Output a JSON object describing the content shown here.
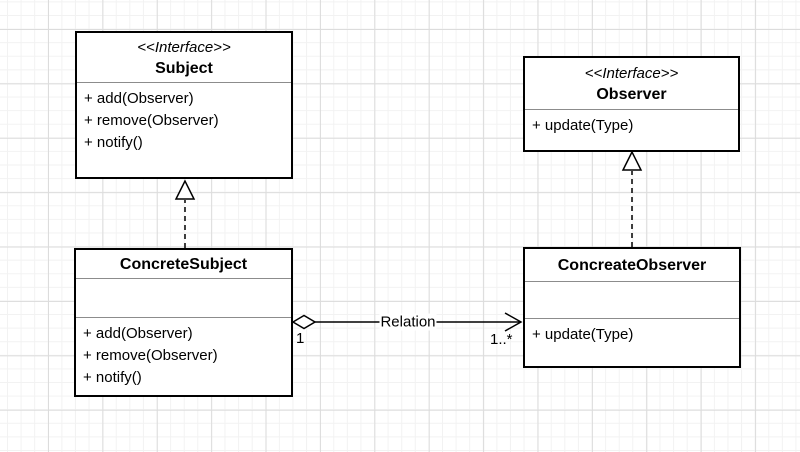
{
  "diagram": {
    "classes": [
      {
        "id": "subject",
        "stereotype": "<<Interface>>",
        "name": "Subject",
        "methods": [
          "+ add(Observer)",
          "+ remove(Observer)",
          "+ notify()"
        ]
      },
      {
        "id": "observer",
        "stereotype": "<<Interface>>",
        "name": "Observer",
        "methods": [
          "+ update(Type)"
        ]
      },
      {
        "id": "concrete-subject",
        "stereotype": "",
        "name": "ConcreteSubject",
        "methods": [
          "+ add(Observer)",
          "+ remove(Observer)",
          "+ notify()"
        ]
      },
      {
        "id": "concreate-observer",
        "stereotype": "",
        "name": "ConcreateObserver",
        "methods": [
          "+ update(Type)"
        ]
      }
    ],
    "relation": {
      "label": "Relation",
      "source_multiplicity": "1",
      "target_multiplicity": "1..*"
    },
    "colors": {
      "shape_border": "#000000",
      "divider": "#8c8c8c",
      "grid_minor": "#f2f2f2",
      "grid_major": "#dcdcdc",
      "background": "#ffffff"
    }
  }
}
